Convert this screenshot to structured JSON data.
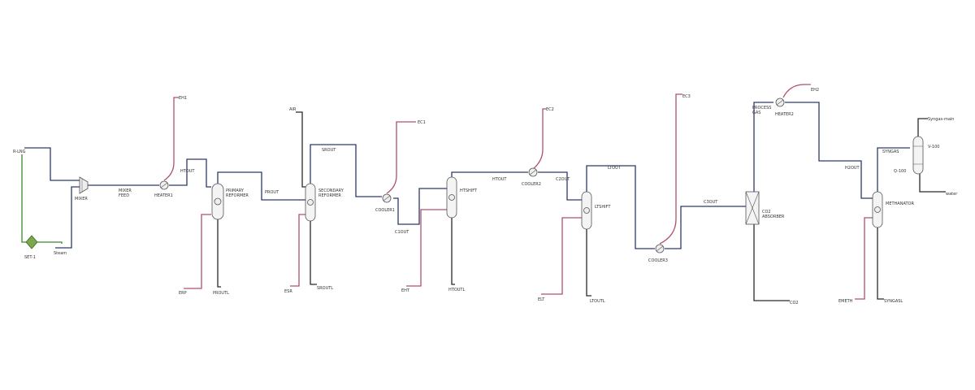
{
  "colors": {
    "material_stream": "#2d3a6e",
    "energy_stream": "#b0506a",
    "product_stream": "#2a2a2a",
    "control_signal": "#3a8a2a"
  },
  "streams": {
    "ng": "R-LNG",
    "steam": "Steam",
    "mixer_feed": "MIXER FEED",
    "eh1": "EH1",
    "htout_feed": "HTOUT",
    "prout": "PROUT",
    "erp": "ERP",
    "proutl": "PROUTL",
    "air": "AIR",
    "srout": "SROUT",
    "esr": "ESR",
    "sroutl": "SROUTL",
    "ec1": "EC1",
    "c1out": "C1OUT",
    "eht": "EHT",
    "htout": "HTOUT",
    "htoutl": "HTOUTL",
    "ec2": "EC2",
    "c2out": "C2OUT",
    "elt": "ELT",
    "ltout": "LTOUT",
    "ltoutl": "LTOUTL",
    "ec3": "EC3",
    "c3out": "C3OUT",
    "process_gas": "PROCESS\nGAS",
    "co2": "CO2",
    "eh2": "EH2",
    "h2out": "H2OUT",
    "emeth": "EMETH",
    "syngasl": "SYNGASL",
    "syngas": "SYNGAS",
    "syngas_main": "Syngas-main",
    "water": "water"
  },
  "units": {
    "set1": "SET-1",
    "mixer": "MIXER",
    "heater1": "HEATER1",
    "primary_reformer": "PRIMARY\nREFORMER",
    "secondary_reformer": "SECONDARY\nREFORMER",
    "cooler1": "COOLER1",
    "htshift": "HTSHIFT",
    "cooler2": "COOLER2",
    "ltshift": "LTSHIFT",
    "cooler3": "COOLER3",
    "co2_absorber": "CO2\nABSORBER",
    "heater2": "HEATER2",
    "methanator": "METHANATOR",
    "v100": "V-100",
    "q100": "Q-100"
  }
}
